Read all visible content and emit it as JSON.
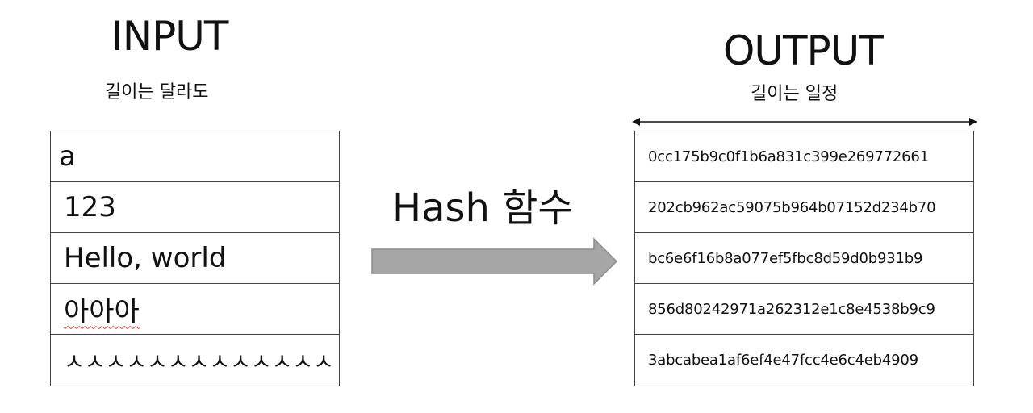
{
  "input": {
    "title": "INPUT",
    "subtitle": "길이는 달라도",
    "rows": [
      "a",
      "123",
      "Hello, world",
      "아아아",
      "ㅅㅅㅅㅅㅅㅅㅅㅅㅅㅅㅅㅅㅅ"
    ]
  },
  "function": {
    "label": "Hash 함수"
  },
  "output": {
    "title": "OUTPUT",
    "subtitle": "길이는 일정",
    "rows": [
      "0cc175b9c0f1b6a831c399e269772661",
      "202cb962ac59075b964b07152d234b70",
      "bc6e6f16b8a077ef5fbc8d59d0b931b9",
      "856d80242971a262312e1c8e4538b9c9",
      "3abcabea1af6ef4e47fcc4e6c4eb4909"
    ]
  },
  "colors": {
    "arrow_fill": "#a6a6a6",
    "arrow_stroke": "#8c8c8c",
    "line": "#444444"
  }
}
